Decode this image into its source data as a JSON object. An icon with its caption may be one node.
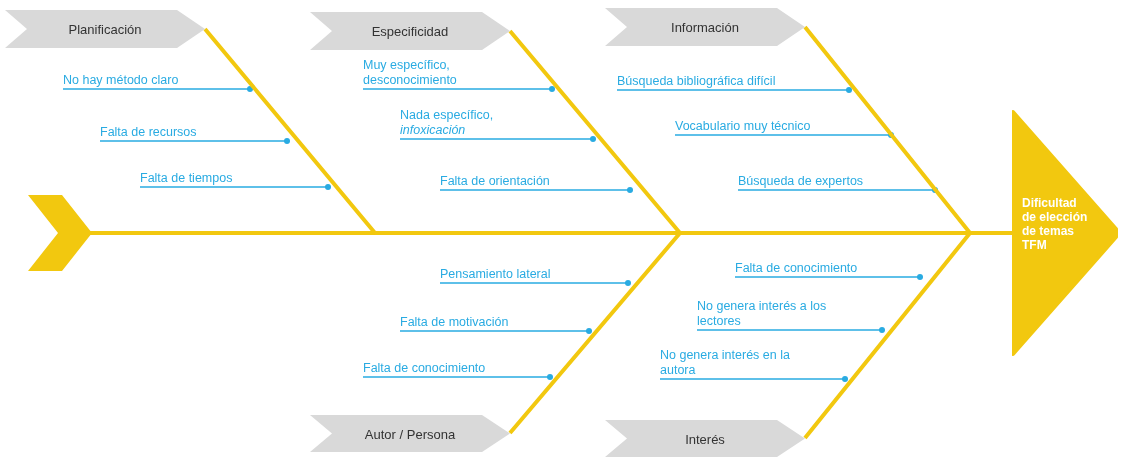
{
  "diagram": {
    "nodes": [
      {
        "text": [
          "Planificación"
        ]
      },
      {
        "text": [
          "No hay método claro"
        ]
      },
      {
        "text": [
          "Falta de recursos"
        ]
      },
      {
        "text": [
          "Falta de tiempos"
        ]
      },
      {
        "text": [
          "Especificidad"
        ]
      },
      {
        "text": [
          "Muy específico, desconocimiento"
        ]
      },
      {
        "text": [
          "Nada específico, *infoxicación*"
        ]
      },
      {
        "text": [
          "Falta de orientación"
        ]
      },
      {
        "text": [
          "Información"
        ]
      },
      {
        "text": [
          "Búsqueda bibliográfica difícil"
        ]
      },
      {
        "text": [
          "Vocabulario muy técnico"
        ]
      },
      {
        "text": [
          "Búsqueda de expertos"
        ]
      },
      {
        "text": [],
        "shape": "chevron"
      },
      {
        "text": [
          "Dificultad de elección de temas TFM"
        ]
      },
      {
        "text": [
          "Pensamiento lateral"
        ]
      },
      {
        "text": [
          "Falta de motivación"
        ]
      },
      {
        "text": [
          "Falta de conocimiento"
        ]
      },
      {
        "text": [
          "Autor / Persona"
        ]
      },
      {
        "text": [
          "Falta de conocimiento"
        ]
      },
      {
        "text": [
          "No genera interés a los lectores"
        ]
      },
      {
        "text": [
          "No genera interés en la autora"
        ]
      },
      {
        "text": [
          "Interés"
        ]
      }
    ],
    "edges": [
      {
        "from": 12,
        "to": 13,
        "arrow": "none",
        "style": "thick",
        "color": "#f2c80f"
      },
      {
        "from": 0,
        "to": 13,
        "arrow": "none",
        "style": "thick",
        "color": "#f2c80f"
      },
      {
        "from": 4,
        "to": 13,
        "arrow": "none",
        "style": "thick",
        "color": "#f2c80f"
      },
      {
        "from": 8,
        "to": 13,
        "arrow": "none",
        "style": "thick",
        "color": "#f2c80f"
      },
      {
        "from": 17,
        "to": 13,
        "arrow": "none",
        "style": "thick",
        "color": "#f2c80f"
      },
      {
        "from": 21,
        "to": 13,
        "arrow": "none",
        "style": "thick",
        "color": "#f2c80f"
      },
      {
        "from": 1,
        "to": null,
        "arrow": "other"
      },
      {
        "from": 2,
        "to": null,
        "arrow": "other"
      },
      {
        "from": 3,
        "to": null,
        "arrow": "other"
      },
      {
        "from": 5,
        "to": null,
        "arrow": "other"
      },
      {
        "from": 6,
        "to": null,
        "arrow": "other"
      },
      {
        "from": 7,
        "to": null,
        "arrow": "other"
      },
      {
        "from": 9,
        "to": null,
        "arrow": "other"
      },
      {
        "from": 10,
        "to": null,
        "arrow": "other"
      },
      {
        "from": 11,
        "to": null,
        "arrow": "other"
      },
      {
        "from": 14,
        "to": null,
        "arrow": "other"
      },
      {
        "from": 15,
        "to": null,
        "arrow": "other"
      },
      {
        "from": 16,
        "to": null,
        "arrow": "other"
      },
      {
        "from": 18,
        "to": null,
        "arrow": "other"
      },
      {
        "from": 19,
        "to": null,
        "arrow": "other"
      },
      {
        "from": 20,
        "to": null,
        "arrow": "other"
      }
    ]
  }
}
